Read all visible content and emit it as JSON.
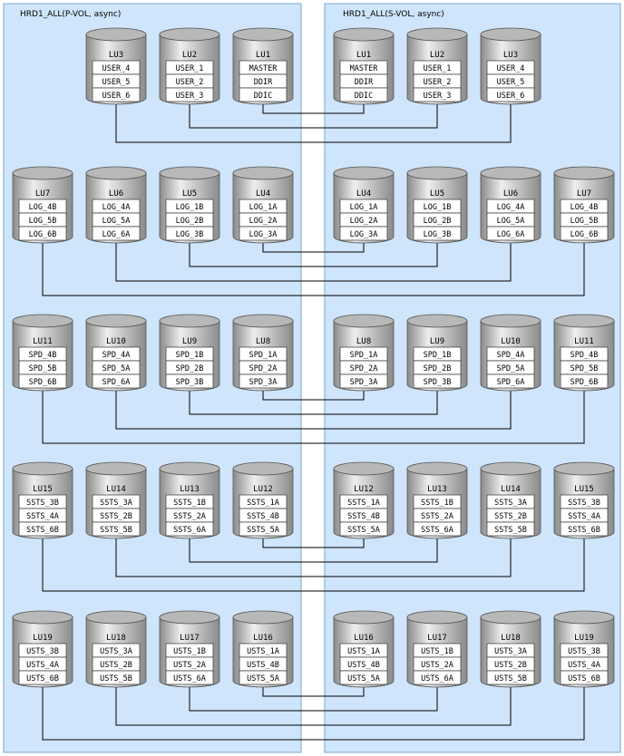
{
  "panels": {
    "primary": {
      "title": "HRD1_ALL(P-VOL, async)"
    },
    "secondary": {
      "title": "HRD1_ALL(S-VOL, async)"
    }
  },
  "colors": {
    "panel_fill": "#cfe5fb",
    "panel_border": "#7aa6d6",
    "cylinder_body": "#b8b8b8",
    "cylinder_highlight": "#eeeeee",
    "cylinder_shadow": "#8a8a8a",
    "cell_fill": "#ffffff",
    "line": "#000000"
  },
  "rows": [
    {
      "left": [
        {
          "lu": "LU3",
          "items": [
            "USER_4",
            "USER_5",
            "USER_6"
          ]
        },
        {
          "lu": "LU2",
          "items": [
            "USER_1",
            "USER_2",
            "USER_3"
          ]
        },
        {
          "lu": "LU1",
          "items": [
            "MASTER",
            "DDIR",
            "DDIC"
          ]
        }
      ],
      "right": [
        {
          "lu": "LU1",
          "items": [
            "MASTER",
            "DDIR",
            "DDIC"
          ]
        },
        {
          "lu": "LU2",
          "items": [
            "USER_1",
            "USER_2",
            "USER_3"
          ]
        },
        {
          "lu": "LU3",
          "items": [
            "USER_4",
            "USER_5",
            "USER_6"
          ]
        }
      ]
    },
    {
      "left": [
        {
          "lu": "LU7",
          "items": [
            "LOG_4B",
            "LOG_5B",
            "LOG_6B"
          ]
        },
        {
          "lu": "LU6",
          "items": [
            "LOG_4A",
            "LOG_5A",
            "LOG_6A"
          ]
        },
        {
          "lu": "LU5",
          "items": [
            "LOG_1B",
            "LOG_2B",
            "LOG_3B"
          ]
        },
        {
          "lu": "LU4",
          "items": [
            "LOG_1A",
            "LOG_2A",
            "LOG_3A"
          ]
        }
      ],
      "right": [
        {
          "lu": "LU4",
          "items": [
            "LOG_1A",
            "LOG_2A",
            "LOG_3A"
          ]
        },
        {
          "lu": "LU5",
          "items": [
            "LOG_1B",
            "LOG_2B",
            "LOG_3B"
          ]
        },
        {
          "lu": "LU6",
          "items": [
            "LOG_4A",
            "LOG_5A",
            "LOG_6A"
          ]
        },
        {
          "lu": "LU7",
          "items": [
            "LOG_4B",
            "LOG_5B",
            "LOG_6B"
          ]
        }
      ]
    },
    {
      "left": [
        {
          "lu": "LU11",
          "items": [
            "SPD_4B",
            "SPD_5B",
            "SPD_6B"
          ]
        },
        {
          "lu": "LU10",
          "items": [
            "SPD_4A",
            "SPD_5A",
            "SPD_6A"
          ]
        },
        {
          "lu": "LU9",
          "items": [
            "SPD_1B",
            "SPD_2B",
            "SPD_3B"
          ]
        },
        {
          "lu": "LU8",
          "items": [
            "SPD_1A",
            "SPD_2A",
            "SPD_3A"
          ]
        }
      ],
      "right": [
        {
          "lu": "LU8",
          "items": [
            "SPD_1A",
            "SPD_2A",
            "SPD_3A"
          ]
        },
        {
          "lu": "LU9",
          "items": [
            "SPD_1B",
            "SPD_2B",
            "SPD_3B"
          ]
        },
        {
          "lu": "LU10",
          "items": [
            "SPD_4A",
            "SPD_5A",
            "SPD_6A"
          ]
        },
        {
          "lu": "LU11",
          "items": [
            "SPD_4B",
            "SPD_5B",
            "SPD_6B"
          ]
        }
      ]
    },
    {
      "left": [
        {
          "lu": "LU15",
          "items": [
            "SSTS_3B",
            "SSTS_4A",
            "SSTS_6B"
          ]
        },
        {
          "lu": "LU14",
          "items": [
            "SSTS_3A",
            "SSTS_2B",
            "SSTS_5B"
          ]
        },
        {
          "lu": "LU13",
          "items": [
            "SSTS_1B",
            "SSTS_2A",
            "SSTS_6A"
          ]
        },
        {
          "lu": "LU12",
          "items": [
            "SSTS_1A",
            "SSTS_4B",
            "SSTS_5A"
          ]
        }
      ],
      "right": [
        {
          "lu": "LU12",
          "items": [
            "SSTS_1A",
            "SSTS_4B",
            "SSTS_5A"
          ]
        },
        {
          "lu": "LU13",
          "items": [
            "SSTS_1B",
            "SSTS_2A",
            "SSTS_6A"
          ]
        },
        {
          "lu": "LU14",
          "items": [
            "SSTS_3A",
            "SSTS_2B",
            "SSTS_5B"
          ]
        },
        {
          "lu": "LU15",
          "items": [
            "SSTS_3B",
            "SSTS_4A",
            "SSTS_6B"
          ]
        }
      ]
    },
    {
      "left": [
        {
          "lu": "LU19",
          "items": [
            "USTS_3B",
            "USTS_4A",
            "USTS_6B"
          ]
        },
        {
          "lu": "LU18",
          "items": [
            "USTS_3A",
            "USTS_2B",
            "USTS_5B"
          ]
        },
        {
          "lu": "LU17",
          "items": [
            "USTS_1B",
            "USTS_2A",
            "USTS_6A"
          ]
        },
        {
          "lu": "LU16",
          "items": [
            "USTS_1A",
            "USTS_4B",
            "USTS_5A"
          ]
        }
      ],
      "right": [
        {
          "lu": "LU16",
          "items": [
            "USTS_1A",
            "USTS_4B",
            "USTS_5A"
          ]
        },
        {
          "lu": "LU17",
          "items": [
            "USTS_1B",
            "USTS_2A",
            "USTS_6A"
          ]
        },
        {
          "lu": "LU18",
          "items": [
            "USTS_3A",
            "USTS_2B",
            "USTS_5B"
          ]
        },
        {
          "lu": "LU19",
          "items": [
            "USTS_3B",
            "USTS_4A",
            "USTS_6B"
          ]
        }
      ]
    }
  ]
}
